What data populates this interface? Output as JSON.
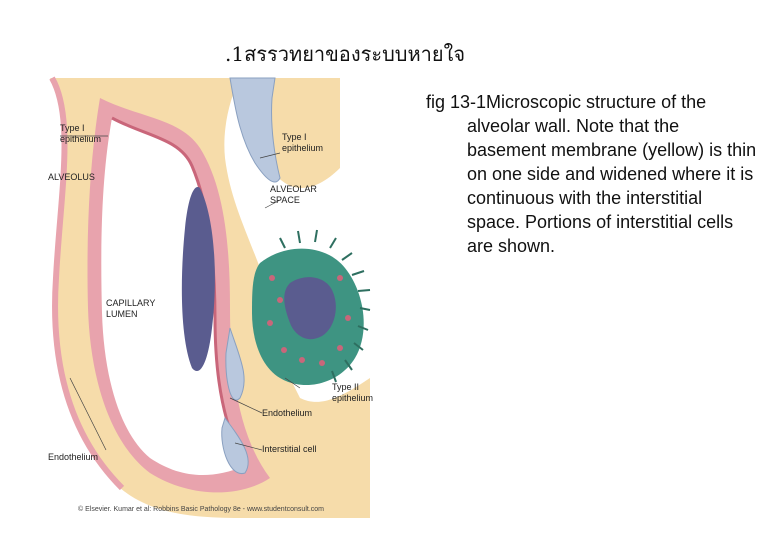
{
  "slide": {
    "title": ".1สรรวทยาของระบบหายใจ",
    "caption": "fig 13-1Microscopic structure of the alveolar wall. Note that the basement membrane (yellow) is thin on one side and widened where it is continuous with the interstitial space. Portions of interstitial cells are shown."
  },
  "figure": {
    "labels": {
      "type1_left_1": "Type I",
      "type1_left_2": "epithelium",
      "type1_right_1": "Type I",
      "type1_right_2": "epithelium",
      "alveolus": "ALVEOLUS",
      "alveolar_space_1": "ALVEOLAR",
      "alveolar_space_2": "SPACE",
      "capillary_lumen_1": "CAPILLARY",
      "capillary_lumen_2": "LUMEN",
      "type2_1": "Type II",
      "type2_2": "epithelium",
      "endothelium_right": "Endothelium",
      "interstitial_cell": "Interstitial cell",
      "endothelium_left": "Endothelium"
    },
    "copyright": "© Elsevier. Kumar et al: Robbins Basic Pathology 8e - www.studentconsult.com",
    "colors": {
      "basement_membrane": "#f6dcaa",
      "capillary_wall": "#e8a3ad",
      "endothelium": "#c9667a",
      "lumen_cell": "#5a5c8f",
      "type2_cell": "#3e9482",
      "interstitial": "#b9c8de"
    }
  }
}
